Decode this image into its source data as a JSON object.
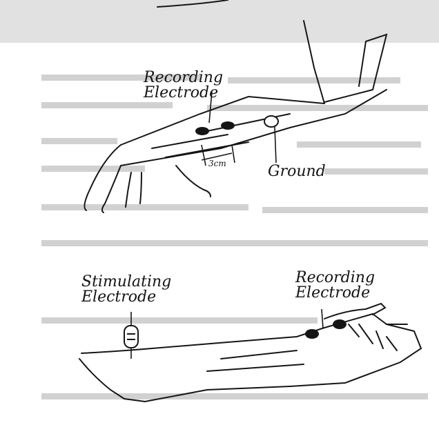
{
  "labels": {
    "top_recording_line1": "Recording",
    "top_recording_line2": "Electrode",
    "distance": "3cm",
    "ground": "Ground",
    "stimulating_line1": "Stimulating",
    "stimulating_line2": "Electrode",
    "bottom_recording_line1": "Recording",
    "bottom_recording_line2": "Electrode"
  },
  "colors": {
    "ink": "#151515",
    "paper": "#ffffff",
    "bleed": "#c9c9c9"
  }
}
